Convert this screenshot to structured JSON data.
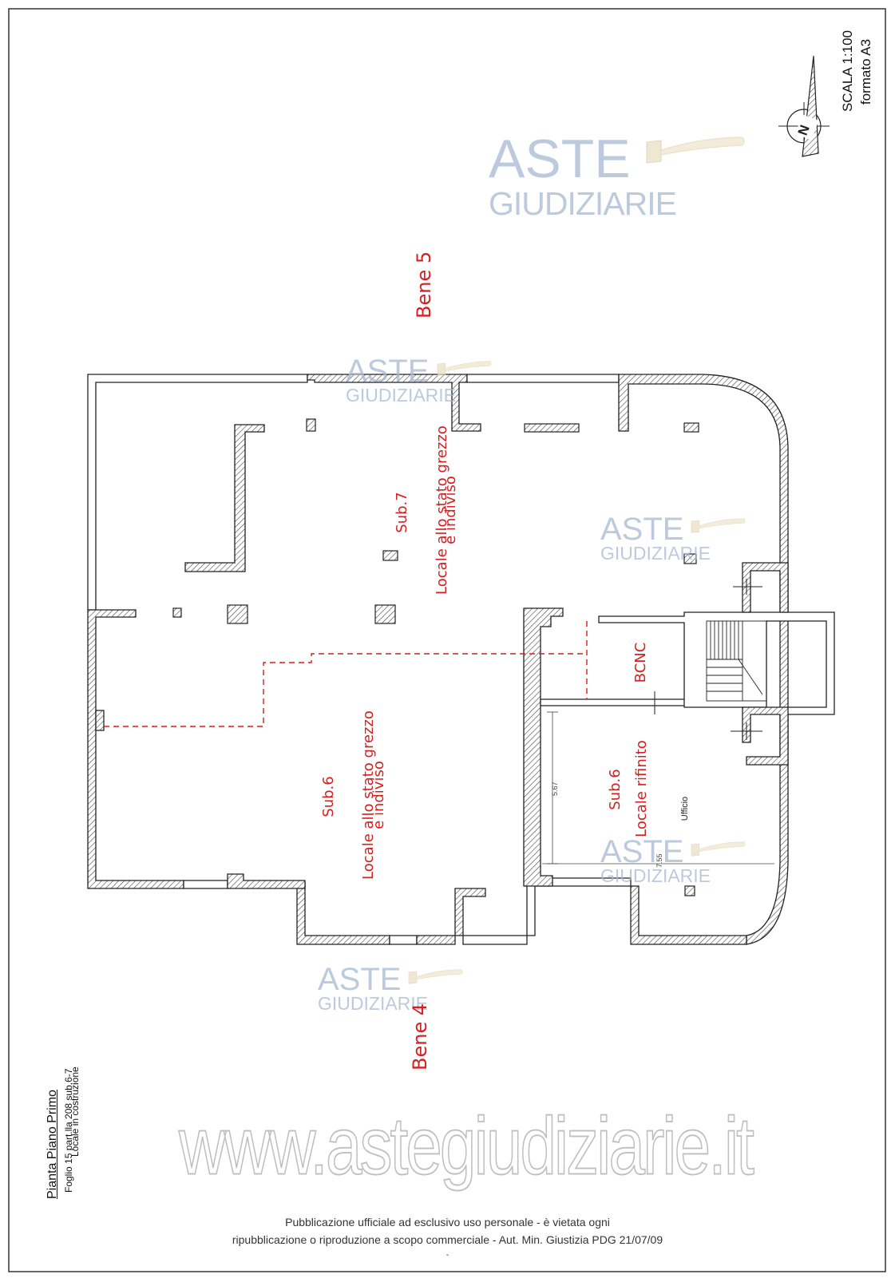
{
  "document": {
    "scale": "SCALA 1:100",
    "format": "formato A3",
    "compass_letter": "N",
    "title_block": {
      "title": "Pianta Piano Primo",
      "subtitle": "Foglio 15 part.lla 208 sub.6-7",
      "note": "Locale in costruzione"
    },
    "labels": {
      "bene5": "Bene 5",
      "bene4": "Bene 4",
      "sub7_a": "Sub.7",
      "sub7_b": "Locale allo stato grezzo",
      "sub7_c": "e indiviso",
      "sub6_a": "Sub.6",
      "sub6_b": "Locale allo stato grezzo",
      "sub6_c": "e indiviso",
      "bcnc": "BCNC",
      "sub6f_a": "Sub.6",
      "sub6f_b": "Locale rifinito",
      "ufficio": "Ufficio",
      "dim_a": "5.67",
      "dim_b": "7.55"
    },
    "watermark": {
      "brand_top": "ASTE",
      "brand_bottom": "GIUDIZIARIE",
      "url": "www.astegiudiziarie.it"
    },
    "footer": {
      "line1": "Pubblicazione ufficiale ad esclusivo uso personale - è vietata ogni",
      "line2": "ripubblicazione o riproduzione a scopo commerciale - Aut. Min. Giustizia PDG 21/07/09",
      "line3": "-"
    },
    "colors": {
      "wall": "#222222",
      "label_red": "#d42020",
      "watermark_blue": "#9db1cc",
      "watermark_gavel": "#e8dcc0"
    }
  }
}
